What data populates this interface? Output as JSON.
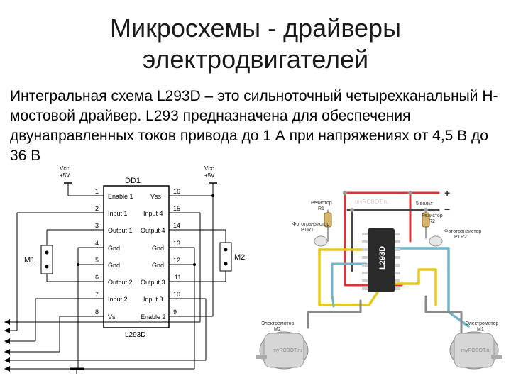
{
  "slide": {
    "title_line1": "Микросхемы - драйверы",
    "title_line2": "электродвигателей",
    "paragraph": "Интегральная схема L293D – это сильноточный четырехканальный H-мостовой драйвер. L293 предназначена для обеспечения двунаправленных токов привода до 1 А при напряжениях от 4,5 В до 36 В"
  },
  "schematic": {
    "chip_name": "DD1",
    "chip_part": "L293D",
    "vcc_left": [
      "Vcc",
      "+5V"
    ],
    "vcc_right": [
      "Vcc",
      "+5V"
    ],
    "motor_left": "M1",
    "motor_right": "M2",
    "left_pins": [
      {
        "num": "1",
        "name": "Enable 1"
      },
      {
        "num": "2",
        "name": "Input 1"
      },
      {
        "num": "3",
        "name": "Output 1"
      },
      {
        "num": "4",
        "name": "Gnd"
      },
      {
        "num": "5",
        "name": "Gnd"
      },
      {
        "num": "6",
        "name": "Output 2"
      },
      {
        "num": "7",
        "name": "Input 2"
      },
      {
        "num": "8",
        "name": "Vs"
      }
    ],
    "right_pins": [
      {
        "num": "16",
        "name": "Vss"
      },
      {
        "num": "15",
        "name": "Input 4"
      },
      {
        "num": "14",
        "name": "Output 4"
      },
      {
        "num": "13",
        "name": "Gnd"
      },
      {
        "num": "12",
        "name": "Gnd"
      },
      {
        "num": "11",
        "name": "Output 3"
      },
      {
        "num": "10",
        "name": "Input 3"
      },
      {
        "num": "9",
        "name": "Enable 2"
      }
    ]
  },
  "board": {
    "resistor1": [
      "Резистор",
      "R1"
    ],
    "resistor2": [
      "Резистор",
      "R2"
    ],
    "phototransistor1": [
      "Фототранзистор",
      "PTR1"
    ],
    "phototransistor2": [
      "Фототранзистор",
      "PTR2"
    ],
    "watermark": "myROBOT.ru",
    "plus": "+",
    "minus": "−",
    "volts": "5 вольт",
    "chip": "L293D",
    "motor2": [
      "Электромотор",
      "M2"
    ],
    "motor1": [
      "Электромотор",
      "M1"
    ],
    "motor_watermark": "myROBOT.ru"
  },
  "colors": {
    "title": "#1a1a1a",
    "wire_red": "#d9343a",
    "wire_yellow": "#e8c81c",
    "wire_blue": "#6fb6c8",
    "wire_gray": "#8a8a8a",
    "chip_body": "#2a2a2a"
  }
}
